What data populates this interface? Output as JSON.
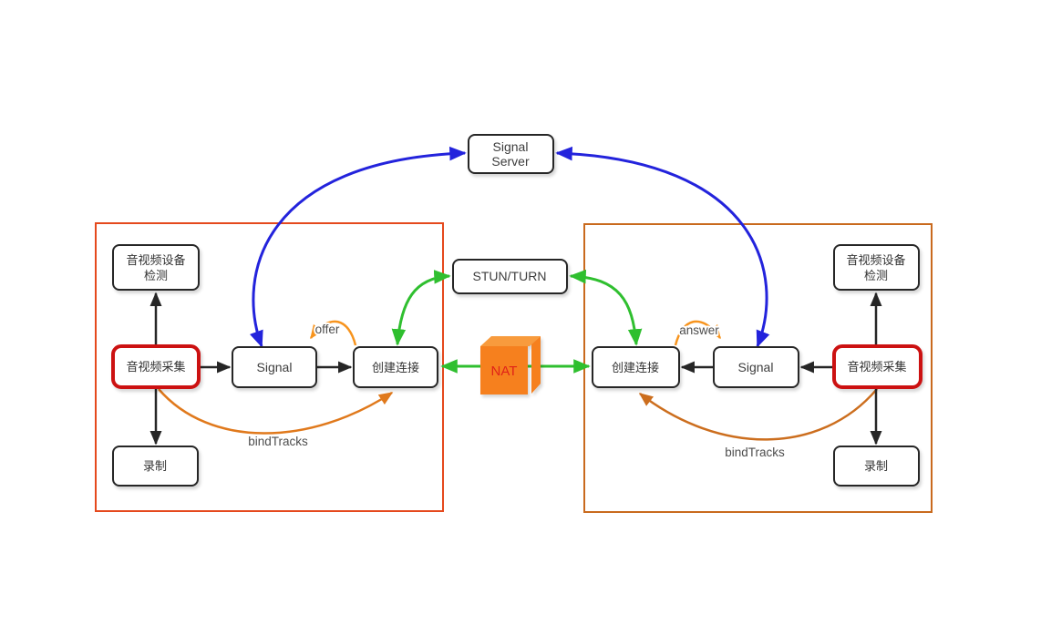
{
  "diagram_type": "webrtc-connection-flow",
  "nodes": {
    "signal_server": {
      "line1": "Signal",
      "line2": "Server"
    },
    "stun_turn": {
      "label": "STUN/TURN"
    },
    "nat": {
      "label": "NAT"
    },
    "left": {
      "device_check_line1": "音视频设备",
      "device_check_line2": "检测",
      "capture": "音视频采集",
      "signal": "Signal",
      "create_connection": "创建连接",
      "record": "录制"
    },
    "right": {
      "device_check_line1": "音视频设备",
      "device_check_line2": "检测",
      "capture": "音视频采集",
      "signal": "Signal",
      "create_connection": "创建连接",
      "record": "录制"
    }
  },
  "edge_labels": {
    "offer": "offer",
    "answer": "answer",
    "bindtracks_left": "bindTracks",
    "bindtracks_right": "bindTracks"
  },
  "edges": [
    {
      "from": "left.capture",
      "to": "left.device_check",
      "color": "black",
      "bidirectional": false
    },
    {
      "from": "left.capture",
      "to": "left.record",
      "color": "black",
      "bidirectional": false
    },
    {
      "from": "left.capture",
      "to": "left.signal",
      "color": "black",
      "bidirectional": false
    },
    {
      "from": "left.signal",
      "to": "left.create_connection",
      "color": "black",
      "bidirectional": false
    },
    {
      "from": "right.capture",
      "to": "right.device_check",
      "color": "black",
      "bidirectional": false
    },
    {
      "from": "right.capture",
      "to": "right.record",
      "color": "black",
      "bidirectional": false
    },
    {
      "from": "right.capture",
      "to": "right.signal",
      "color": "black",
      "bidirectional": false
    },
    {
      "from": "right.signal",
      "to": "right.create_connection",
      "color": "black",
      "bidirectional": false
    },
    {
      "from": "left.signal",
      "to": "signal_server",
      "color": "blue",
      "bidirectional": true
    },
    {
      "from": "right.signal",
      "to": "signal_server",
      "color": "blue",
      "bidirectional": true
    },
    {
      "from": "left.create_connection",
      "to": "stun_turn",
      "color": "green",
      "bidirectional": true
    },
    {
      "from": "right.create_connection",
      "to": "stun_turn",
      "color": "green",
      "bidirectional": true
    },
    {
      "from": "left.create_connection",
      "to": "right.create_connection",
      "via": "nat",
      "color": "green",
      "bidirectional": true
    },
    {
      "from": "left.create_connection",
      "to": "left.signal",
      "label": "offer",
      "color": "orange",
      "bidirectional": false
    },
    {
      "from": "right.create_connection",
      "to": "right.signal",
      "label": "answer",
      "color": "orange",
      "bidirectional": false
    },
    {
      "from": "left.capture",
      "to": "left.create_connection",
      "label": "bindTracks",
      "color": "dark-orange",
      "bidirectional": false
    },
    {
      "from": "right.capture",
      "to": "right.create_connection",
      "label": "bindTracks",
      "color": "dark-orange",
      "bidirectional": false
    }
  ],
  "colors": {
    "arrow_black": "#262626",
    "arrow_blue": "#2323dc",
    "arrow_green": "#2fbf2f",
    "arrow_orange": "#f7941e",
    "arrow_dark_orange_left": "#e0791c",
    "arrow_dark_orange_right": "#cc6e1e",
    "left_container_border": "#e5491d",
    "right_container_border": "#c96a1e",
    "red_node_border": "#cc1111",
    "nat_fill": "#f6801e",
    "nat_top_fill": "#f89b3d",
    "nat_text": "#e02318",
    "node_border": "#262626",
    "node_fill": "#ffffff"
  }
}
